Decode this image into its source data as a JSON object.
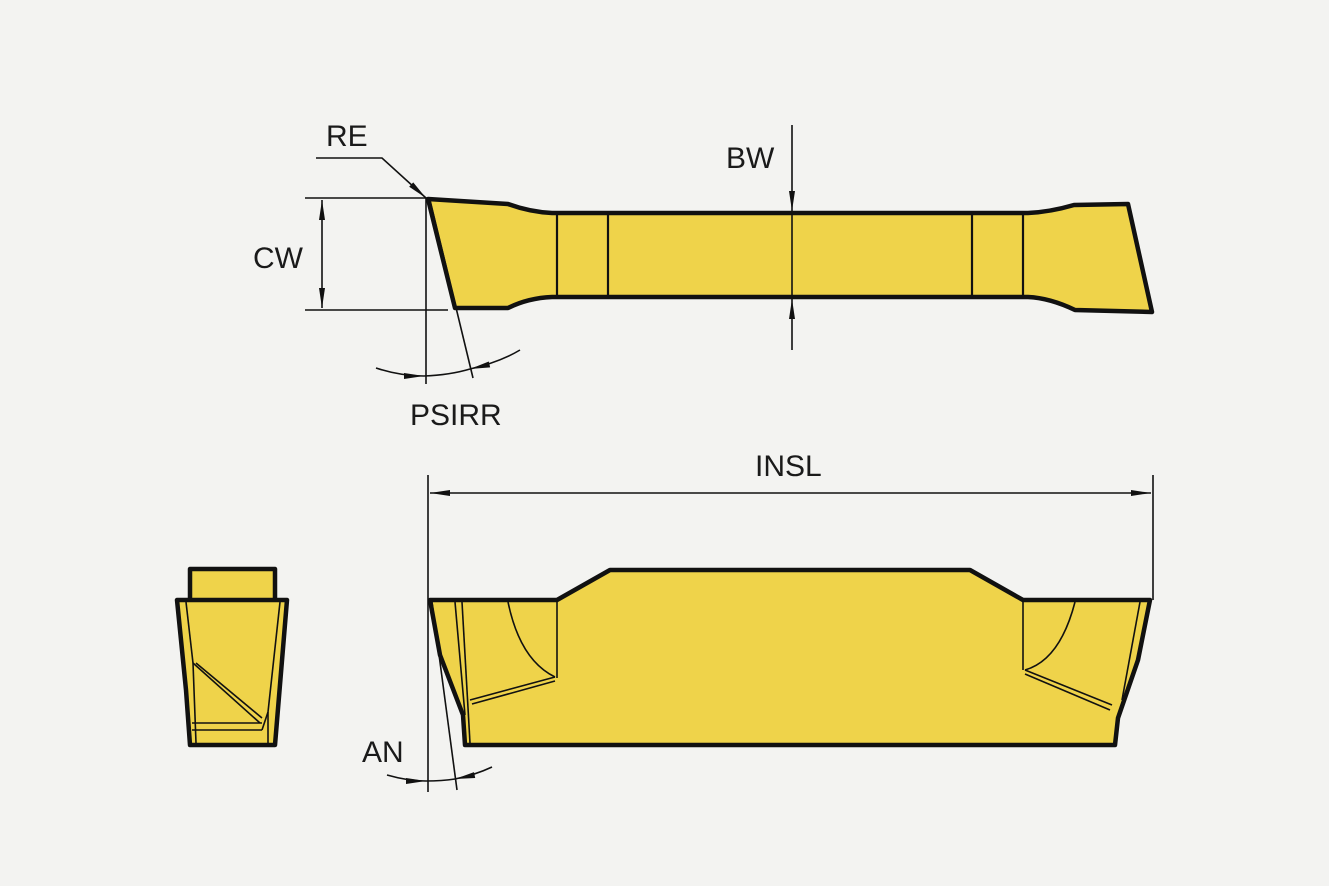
{
  "title": "Grooving insert dimension drawing",
  "colors": {
    "insert_fill": "#efd34a",
    "outline": "#111111",
    "background": "#f3f3f1"
  },
  "labels": {
    "re": "RE",
    "cw": "CW",
    "psirr": "PSIRR",
    "bw": "BW",
    "insl": "INSL",
    "an": "AN"
  }
}
